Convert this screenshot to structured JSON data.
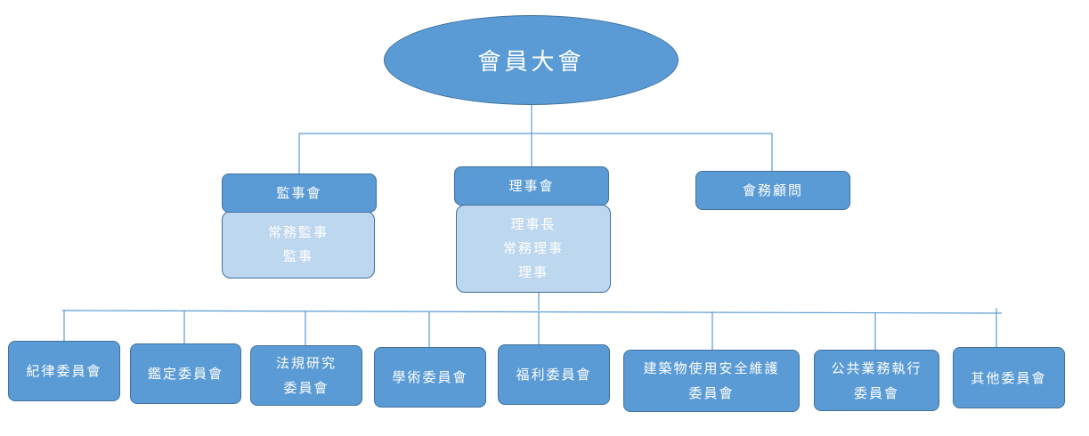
{
  "top": {
    "label": "會員大會"
  },
  "supervisors": {
    "label": "監事會",
    "members": [
      "常務監事",
      "監事"
    ]
  },
  "directors": {
    "label": "理事會",
    "members": [
      "理事長",
      "常務理事",
      "理事"
    ]
  },
  "advisors": {
    "label": "會務顧問"
  },
  "committees": [
    {
      "lines": [
        "紀律委員會"
      ]
    },
    {
      "lines": [
        "鑑定委員會"
      ]
    },
    {
      "lines": [
        "法規研究",
        "委員會"
      ]
    },
    {
      "lines": [
        "學術委員會"
      ]
    },
    {
      "lines": [
        "福利委員會"
      ]
    },
    {
      "lines": [
        "建築物使用安全維護",
        "委員會"
      ]
    },
    {
      "lines": [
        "公共業務執行",
        "委員會"
      ]
    },
    {
      "lines": [
        "其他委員會"
      ]
    }
  ],
  "colors": {
    "node_fill": "#5b9bd5",
    "node_border": "#41719c",
    "member_fill": "#bdd7ee",
    "connector": "#5b9bd5"
  }
}
